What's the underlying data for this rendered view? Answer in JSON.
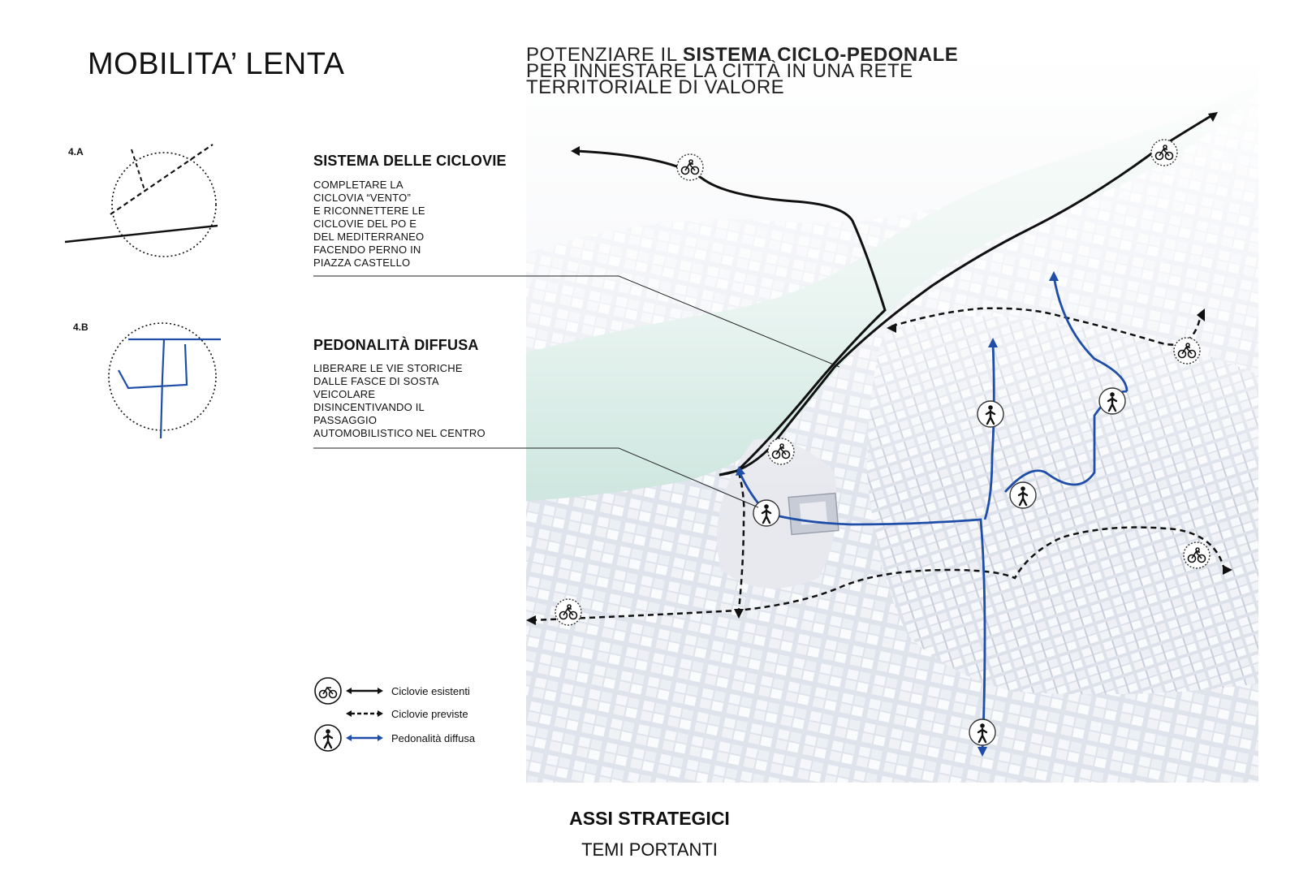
{
  "title": "MOBILITA’ LENTA",
  "headline": {
    "line1_prefix": "POTENZIARE IL ",
    "line1_bold": "SISTEMA CICLO-PEDONALE",
    "line2": "PER INNESTARE LA CITTÀ IN UNA RETE",
    "line3": "TERRITORIALE DI VALORE"
  },
  "diagrams": [
    {
      "label": "4.A"
    },
    {
      "label": "4.B"
    }
  ],
  "sections": [
    {
      "heading": "SISTEMA DELLE CICLOVIE",
      "body": "COMPLETARE  LA\nCICLOVIA “VENTO”\nE RICONNETTERE LE\nCICLOVIE DEL PO E\nDEL MEDITERRANEO\nFACENDO PERNO IN\nPIAZZA CASTELLO"
    },
    {
      "heading": "PEDONALITÀ DIFFUSA",
      "body": "LIBERARE LE VIE STORICHE\nDALLE FASCE DI SOSTA\nVEICOLARE\nDISINCENTIVANDO IL\nPASSAGGIO\nAUTOMOBILISTICO NEL CENTRO"
    }
  ],
  "legend": [
    {
      "icon": "bicycle-icon",
      "line": "solid-black",
      "label": "Ciclovie esistenti"
    },
    {
      "icon": "",
      "line": "dashed-black",
      "label": "Ciclovie previste"
    },
    {
      "icon": "pedestrian-icon",
      "line": "solid-blue",
      "label": "Pedonalità diffusa"
    }
  ],
  "footer": {
    "title": "ASSI STRATEGICI",
    "subtitle": "TEMI PORTANTI"
  },
  "colors": {
    "cycle_existing": "#111111",
    "cycle_planned": "#111111",
    "pedestrian": "#1f4ea8",
    "river": "#cfe7e0",
    "city": "#e3e6ee"
  }
}
